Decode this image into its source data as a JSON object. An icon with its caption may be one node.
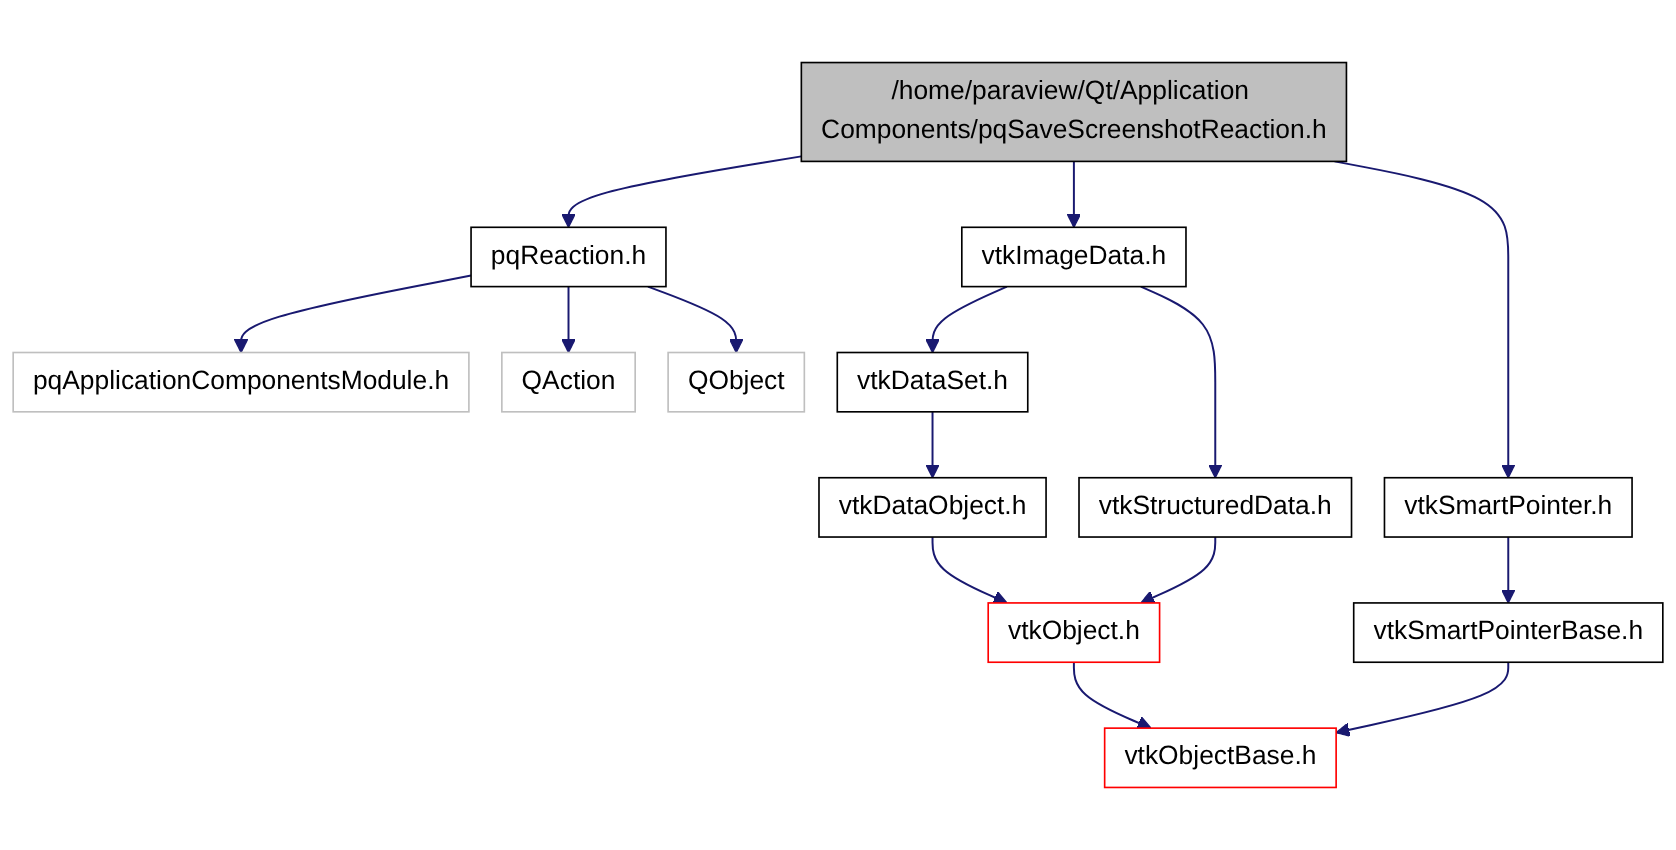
{
  "diagram": {
    "nodes": [
      {
        "text": [
          "/home/paraview/Qt/Application Components/pqSaveScreenshotReaction.h"
        ]
      },
      {
        "text": [
          "pqReaction.h"
        ]
      },
      {
        "text": [
          "vtkImageData.h"
        ]
      },
      {
        "text": [
          "vtkSmartPointer.h"
        ]
      },
      {
        "text": [
          "pqApplicationComponentsModule.h"
        ]
      },
      {
        "text": [
          "QAction"
        ]
      },
      {
        "text": [
          "QObject"
        ]
      },
      {
        "text": [
          "vtkDataSet.h"
        ]
      },
      {
        "text": [
          "vtkDataObject.h"
        ]
      },
      {
        "text": [
          "vtkStructuredData.h"
        ]
      },
      {
        "text": [
          "vtkSmartPointerBase.h"
        ]
      },
      {
        "text": [
          "vtkObject.h"
        ]
      },
      {
        "text": [
          "vtkObjectBase.h"
        ]
      }
    ],
    "edges": [
      {
        "from": 0,
        "to": 1,
        "arrow": "to"
      },
      {
        "from": 0,
        "to": 2,
        "arrow": "to"
      },
      {
        "from": 0,
        "to": 3,
        "arrow": "to"
      },
      {
        "from": 1,
        "to": 4,
        "arrow": "to"
      },
      {
        "from": 1,
        "to": 5,
        "arrow": "to"
      },
      {
        "from": 1,
        "to": 6,
        "arrow": "to"
      },
      {
        "from": 2,
        "to": 7,
        "arrow": "to"
      },
      {
        "from": 2,
        "to": 9,
        "arrow": "to"
      },
      {
        "from": 3,
        "to": 10,
        "arrow": "to"
      },
      {
        "from": 7,
        "to": 8,
        "arrow": "to"
      },
      {
        "from": 8,
        "to": 11,
        "arrow": "to"
      },
      {
        "from": 9,
        "to": 11,
        "arrow": "to"
      },
      {
        "from": 11,
        "to": 12,
        "arrow": "to"
      },
      {
        "from": 10,
        "to": 12,
        "arrow": "to"
      }
    ]
  }
}
